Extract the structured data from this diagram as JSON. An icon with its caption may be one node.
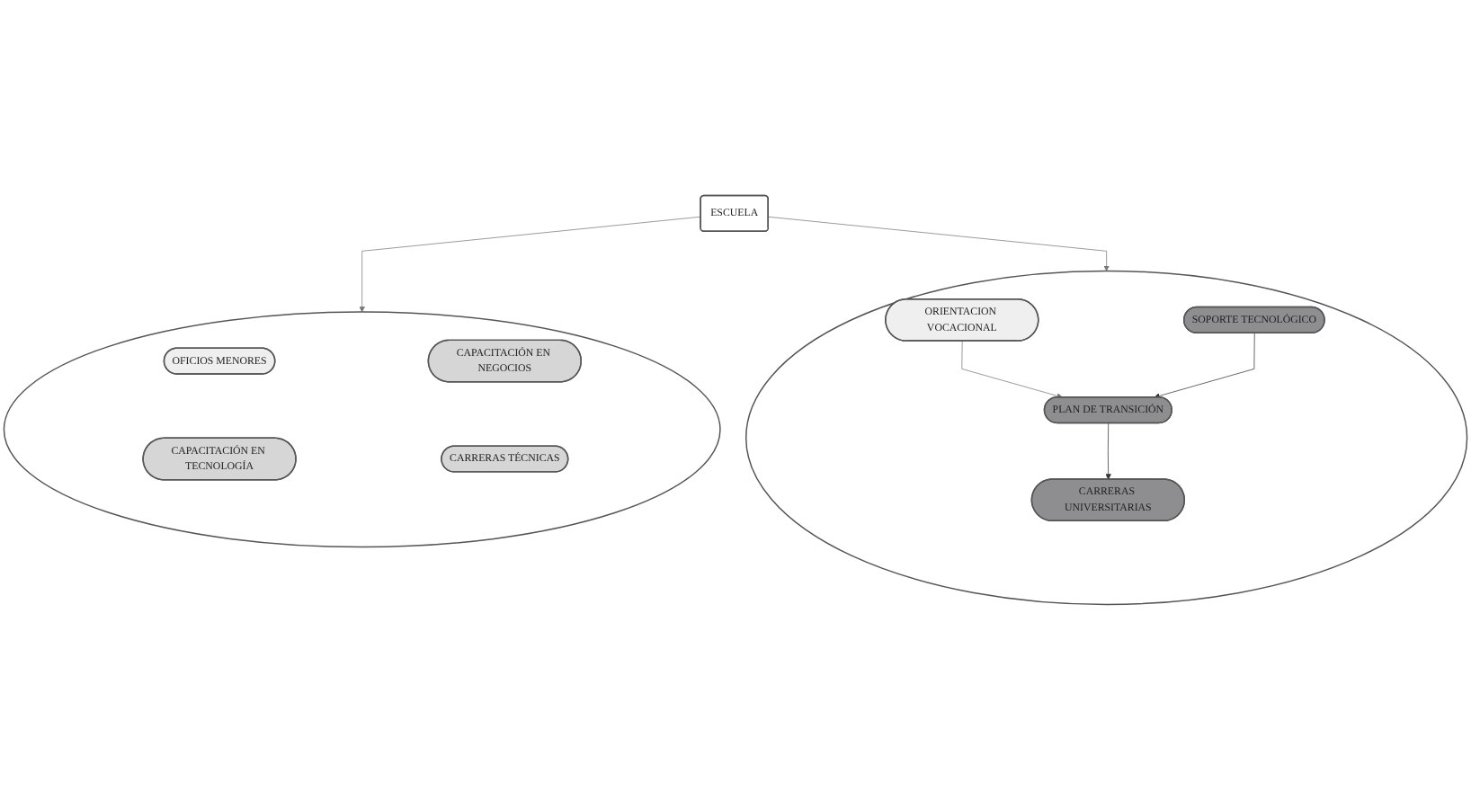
{
  "diagram": {
    "nodes": [
      {
        "text": [
          "ESCUELA"
        ]
      },
      {
        "text": [],
        "shape": "circle"
      },
      {
        "text": [
          "OFICIOS MENORES"
        ],
        "in": 1
      },
      {
        "text": [
          "CAPACITACIÓN EN NEGOCIOS"
        ],
        "in": 1
      },
      {
        "text": [
          "CAPACITACIÓN EN TECNOLOGÍA"
        ],
        "in": 1
      },
      {
        "text": [
          "CARRERAS TÉCNICAS"
        ],
        "in": 1
      },
      {
        "text": [],
        "shape": "circle"
      },
      {
        "text": [
          "ORIENTACION VOCACIONAL"
        ],
        "in": 6
      },
      {
        "text": [
          "PLAN DE TRANSICIÓN"
        ],
        "in": 6
      },
      {
        "text": [
          "SOPORTE TECNOLÓGICO"
        ],
        "in": 6
      },
      {
        "text": [
          "CARRERAS UNIVERSITARIAS"
        ],
        "in": 6
      }
    ],
    "edges": [
      {
        "from": 0,
        "to": 1,
        "arrow": "to"
      },
      {
        "from": 0,
        "to": 6,
        "arrow": "to"
      },
      {
        "from": 7,
        "to": 8,
        "arrow": "to"
      },
      {
        "from": 9,
        "to": 8,
        "arrow": "to"
      },
      {
        "from": 8,
        "to": 10,
        "arrow": "to"
      }
    ]
  }
}
